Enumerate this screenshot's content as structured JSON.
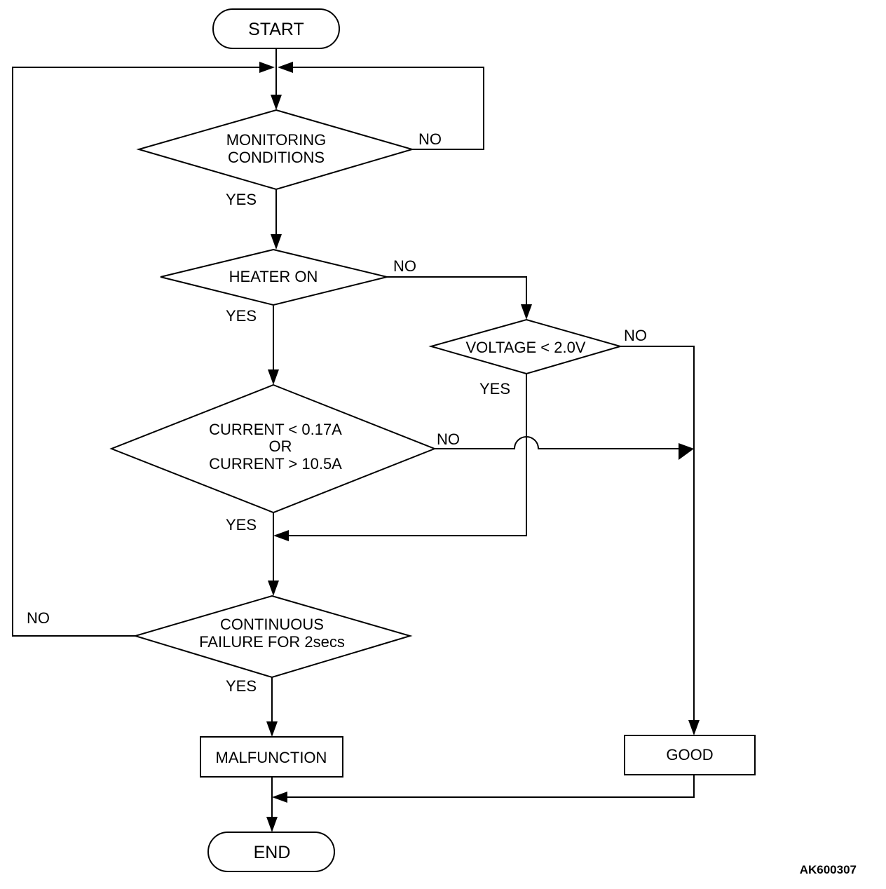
{
  "nodes": {
    "start": "START",
    "monitoring": [
      "MONITORING",
      "CONDITIONS"
    ],
    "heater": "HEATER ON",
    "voltage": "VOLTAGE < 2.0V",
    "current": [
      "CURRENT < 0.17A",
      "OR",
      "CURRENT > 10.5A"
    ],
    "continuous": [
      "CONTINUOUS",
      "FAILURE FOR 2secs"
    ],
    "malfunction": "MALFUNCTION",
    "good": "GOOD",
    "end": "END"
  },
  "edge_labels": {
    "monitoring_no": "NO",
    "monitoring_yes": "YES",
    "heater_no": "NO",
    "heater_yes": "YES",
    "voltage_no": "NO",
    "voltage_yes": "YES",
    "current_no": "NO",
    "current_yes": "YES",
    "continuous_no": "NO",
    "continuous_yes": "YES"
  },
  "figure_code": "AK600307"
}
